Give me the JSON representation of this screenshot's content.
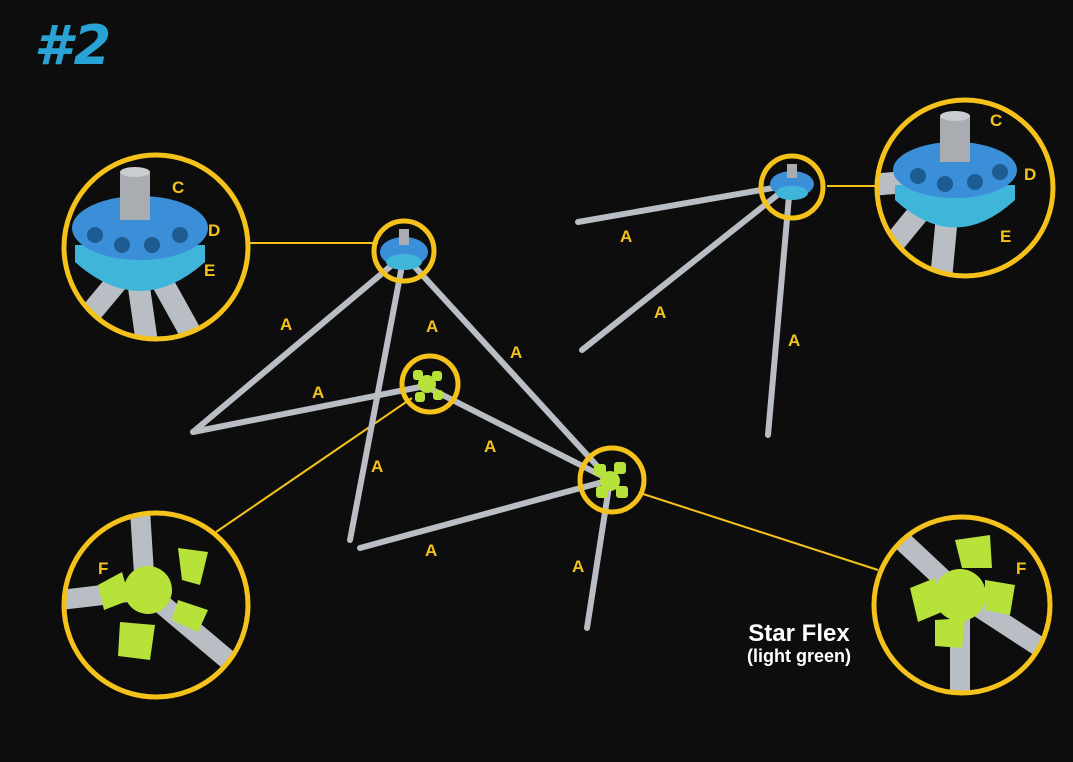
{
  "step_number": "#2",
  "legend": {
    "name": "Star Flex",
    "desc": "(light green)"
  },
  "part_letters": {
    "rod": "A",
    "cap": "C",
    "disk": "D",
    "base": "E",
    "flex": "F"
  },
  "colors": {
    "background": "#0d0d0d",
    "step": "#29a3d6",
    "label": "#f4c21b",
    "ring": "#f4c21b",
    "rod": "#b9bec4",
    "hub_blue": "#3a8fd8",
    "hub_base": "#3fb6d9",
    "star_green": "#b6e23a",
    "cap_grey": "#a9adb2"
  }
}
